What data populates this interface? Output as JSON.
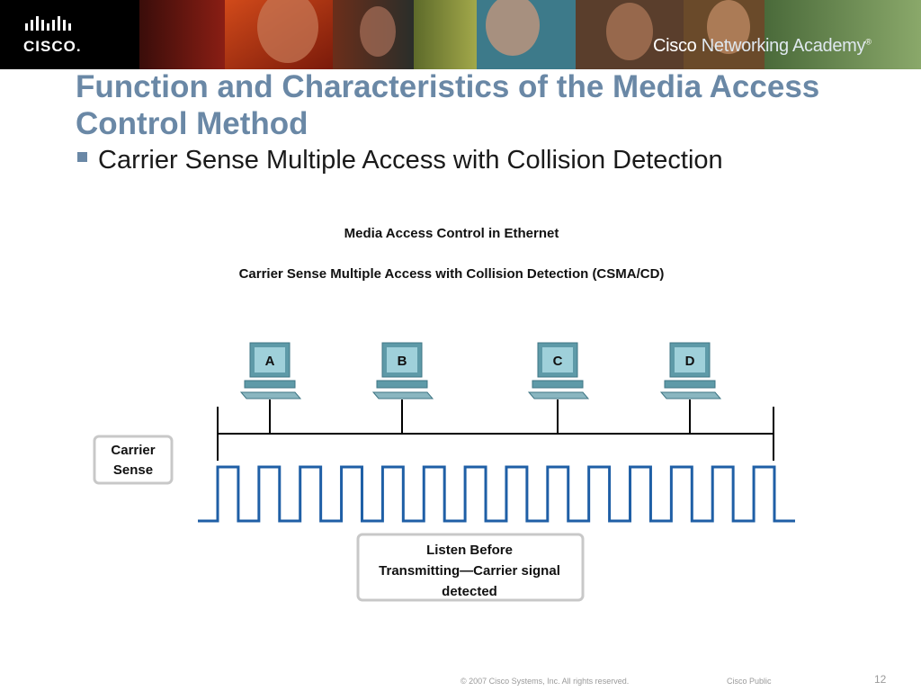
{
  "banner": {
    "logo_text": "CISCO.",
    "academy_part1": "Cisco",
    "academy_part2": " Networking Academy",
    "academy_mark": "®"
  },
  "slide": {
    "title": "Function and Characteristics of the Media Access Control Method",
    "bullet": "Carrier Sense Multiple Access with Collision Detection"
  },
  "diagram": {
    "heading": "Media Access Control in Ethernet",
    "subheading": "Carrier Sense Multiple Access with Collision Detection (CSMA/CD)",
    "computers": [
      {
        "label": "A"
      },
      {
        "label": "B"
      },
      {
        "label": "C"
      },
      {
        "label": "D"
      }
    ],
    "carrier_box": [
      "Carrier",
      "Sense"
    ],
    "listen_box": [
      "Listen Before",
      "Transmitting—Carrier signal",
      "detected"
    ],
    "signal_pulses": 14,
    "colors": {
      "signal": "#1f5fa6",
      "computer_body": "#5e9aa8",
      "box_border": "#c8c8c8",
      "title": "#6a88a6"
    }
  },
  "footer": {
    "copyright": "© 2007 Cisco Systems, Inc. All rights reserved.",
    "classification": "Cisco Public",
    "page": "12"
  }
}
